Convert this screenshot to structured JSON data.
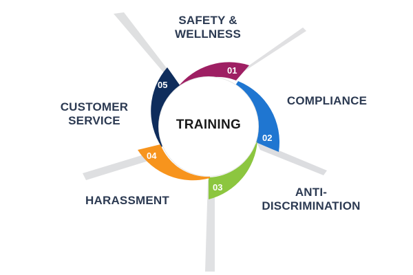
{
  "center": {
    "label": "TRAINING"
  },
  "segments": [
    {
      "num": "01",
      "label_line1": "SAFETY &",
      "label_line2": "WELLNESS",
      "color": "#9e1f63"
    },
    {
      "num": "02",
      "label_line1": "COMPLIANCE",
      "label_line2": "",
      "color": "#1f76d1"
    },
    {
      "num": "03",
      "label_line1": "ANTI-",
      "label_line2": "DISCRIMINATION",
      "color": "#8cc63f"
    },
    {
      "num": "04",
      "label_line1": "HARASSMENT",
      "label_line2": "",
      "color": "#f7941d"
    },
    {
      "num": "05",
      "label_line1": "CUSTOMER",
      "label_line2": "SERVICE",
      "color": "#0f2d5c"
    }
  ],
  "colors": {
    "label_text": "#2c3a52",
    "center_text": "#1a1a1a"
  }
}
